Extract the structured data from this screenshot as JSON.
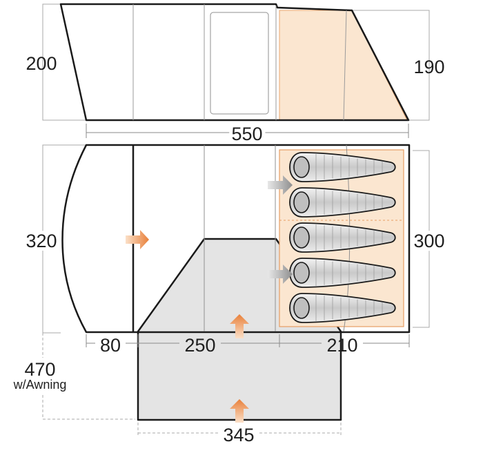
{
  "dimensions": {
    "side_height_main": "200",
    "side_height_bedroom": "190",
    "overall_length": "550",
    "floor_depth": "320",
    "bedroom_depth": "300",
    "porch_length": "80",
    "living_length": "250",
    "bedroom_length": "210",
    "awning_depth_value": "470",
    "awning_depth_note": "w/Awning",
    "awning_width": "345"
  },
  "colors": {
    "outline": "#1a1a1a",
    "dimension_line": "#9a9a9a",
    "bedroom_fill": "#fbe6d0",
    "bedroom_border": "#e79d63",
    "awning_fill": "#e4e4e4",
    "arrow_orange": "#e8803a",
    "arrow_gray": "#8e8e8e",
    "sleeping_bag": "#d8d8d8"
  },
  "sleeping_bags": {
    "count": 5
  },
  "icons": {
    "entrance_arrow": "arrow-right-icon",
    "door_arrow": "arrow-up-icon",
    "bedroom_arrow": "arrow-right-icon"
  }
}
